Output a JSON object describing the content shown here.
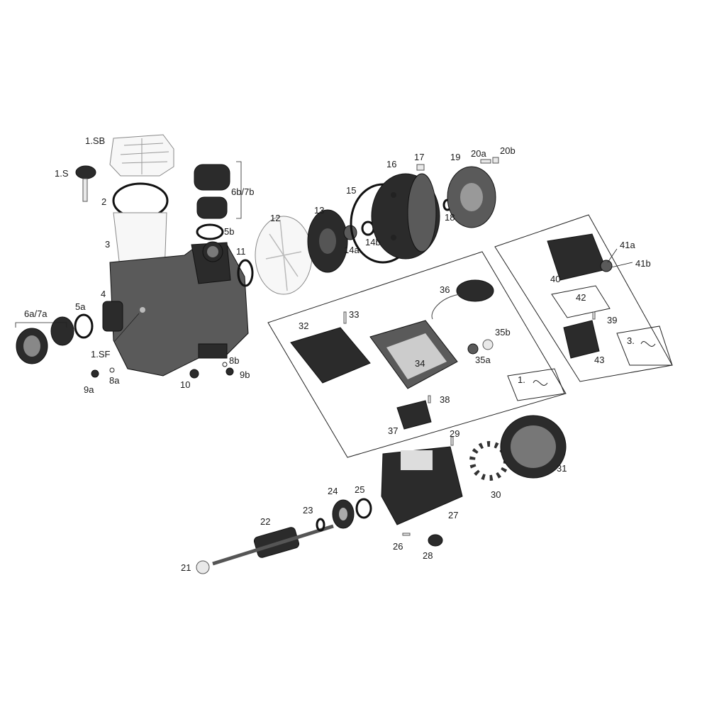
{
  "diagram": {
    "labels": {
      "l1SB": "1.SB",
      "l1S": "1.S",
      "l2": "2",
      "l3": "3",
      "l4": "4",
      "l1SF": "1.SF",
      "l5a": "5a",
      "l6a7a": "6a/7a",
      "l6b7b": "6b/7b",
      "l5b": "5b",
      "l8a": "8a",
      "l9a": "9a",
      "l8b": "8b",
      "l9b": "9b",
      "l10": "10",
      "l11": "11",
      "l12": "12",
      "l13": "13",
      "l14a": "14a",
      "l14b": "14b",
      "l15": "15",
      "l16": "16",
      "l17": "17",
      "l18": "18",
      "l19": "19",
      "l20a": "20a",
      "l20b": "20b",
      "l21": "21",
      "l22": "22",
      "l23": "23",
      "l24": "24",
      "l25": "25",
      "l26": "26",
      "l27": "27",
      "l28": "28",
      "l29": "29",
      "l30": "30",
      "l31": "31",
      "l32": "32",
      "l33": "33",
      "l34": "34",
      "l35a": "35a",
      "l35b": "35b",
      "l36": "36",
      "l37": "37",
      "l38": "38",
      "l39": "39",
      "l40": "40",
      "l41a": "41a",
      "l41b": "41b",
      "l42": "42",
      "l43": "43",
      "tag1": "1.",
      "tag3": "3."
    }
  }
}
